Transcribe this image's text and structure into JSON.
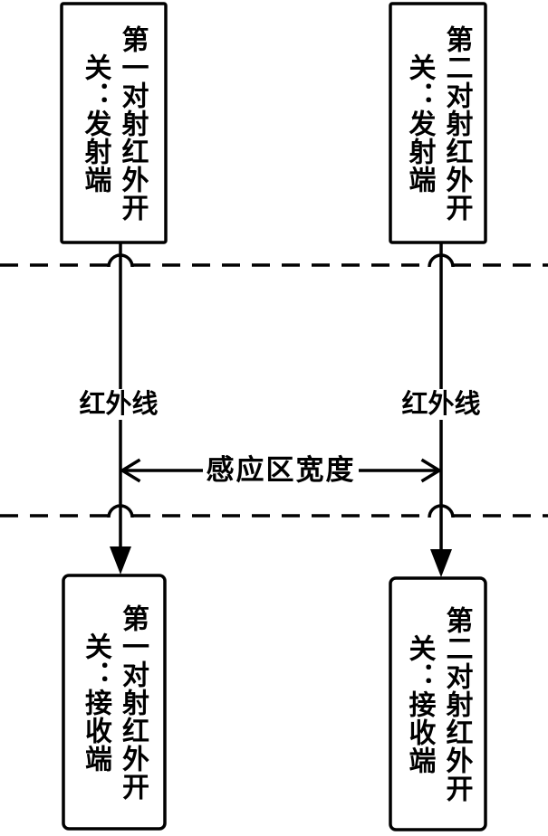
{
  "boxes": {
    "transmitter1": {
      "line1": "第一对射红外开",
      "line2": "关：发射端"
    },
    "transmitter2": {
      "line1": "第二对射红外开",
      "line2": "关：发射端"
    },
    "receiver1": {
      "line1": "第一对射红外开",
      "line2": "关：接收端"
    },
    "receiver2": {
      "line1": "第二对射红外开",
      "line2": "关：接收端"
    }
  },
  "labels": {
    "infrared_left": "红外线",
    "infrared_right": "红外线",
    "sensing_zone_width": "感应区宽度"
  },
  "colors": {
    "line": "#000000",
    "background": "#ffffff"
  }
}
